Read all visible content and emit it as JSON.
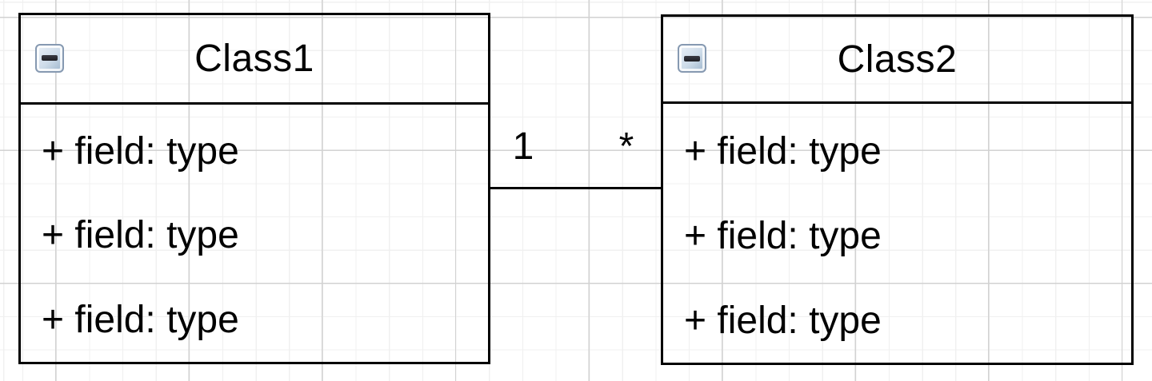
{
  "canvas": {
    "background": "#ffffff",
    "grid_minor_color": "#f0f0f0",
    "grid_major_color": "#d2d2d2",
    "shape_border_color": "#000000",
    "text_color": "#000000"
  },
  "classes": [
    {
      "name": "Class1",
      "collapse_icon": "minus-icon",
      "fields": [
        "+ field: type",
        "+ field: type",
        "+ field: type"
      ]
    },
    {
      "name": "Class2",
      "collapse_icon": "minus-icon",
      "fields": [
        "+ field: type",
        "+ field: type",
        "+ field: type"
      ]
    }
  ],
  "association": {
    "source_multiplicity": "1",
    "target_multiplicity": "*"
  }
}
